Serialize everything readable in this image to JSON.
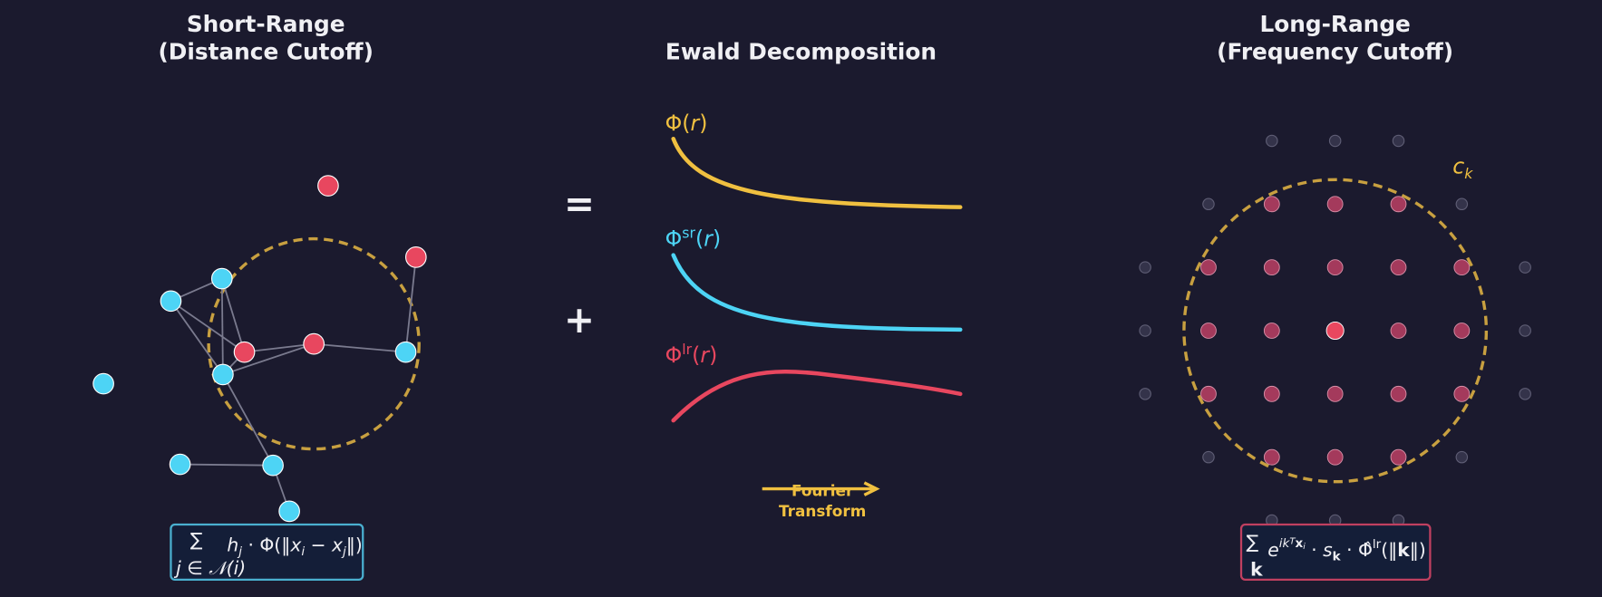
{
  "panels": {
    "left": {
      "title_line1": "Short-Range",
      "title_line2": "(Distance Cutoff)"
    },
    "middle": {
      "title": "Ewald Decomposition"
    },
    "right": {
      "title_line1": "Long-Range",
      "title_line2": "(Frequency Cutoff)"
    }
  },
  "operators": {
    "equals": "=",
    "plus": "+"
  },
  "curves": {
    "phi": {
      "symbol": "Φ",
      "sup": "",
      "arg": "(",
      "r": "r",
      "close": ")",
      "color": "#f0c040"
    },
    "phi_sr": {
      "symbol": "Φ",
      "sup": "sr",
      "arg": "(",
      "r": "r",
      "close": ")",
      "color": "#4dd4f5"
    },
    "phi_lr": {
      "symbol": "Φ",
      "sup": "lr",
      "arg": "(",
      "r": "r",
      "close": ")",
      "color": "#e8475f"
    }
  },
  "fourier": {
    "line1": "Fourier",
    "line2": "Transform"
  },
  "cutoff_label": {
    "c": "c",
    "sub": "k"
  },
  "formulas": {
    "left": {
      "sum": "∑",
      "index": "j ∈ 𝒩(i)",
      "h": "h",
      "h_sub": "j",
      "mid": " · Φ(‖",
      "x1": "x",
      "x1_sub": "i",
      "minus": " − ",
      "x2": "x",
      "x2_sub": "j",
      "end": "‖)"
    },
    "right": {
      "sum": "∑",
      "index": "k",
      "e": "e",
      "exp": "ik",
      "exp_T": "T",
      "exp_x": "x",
      "exp_i": "i",
      "dot1": " · ",
      "s": "s",
      "s_sub": "k",
      "dot2": " · ",
      "phi_hat": "Φ̂",
      "phi_sup": "lr",
      "arg": "(‖",
      "k": "k",
      "end": "‖)"
    }
  },
  "colors": {
    "background": "#1b1a2e",
    "short_range": "#4dd4f5",
    "long_range": "#e8475f",
    "total": "#f0c040",
    "cutoff_circle": "#c8a040"
  }
}
